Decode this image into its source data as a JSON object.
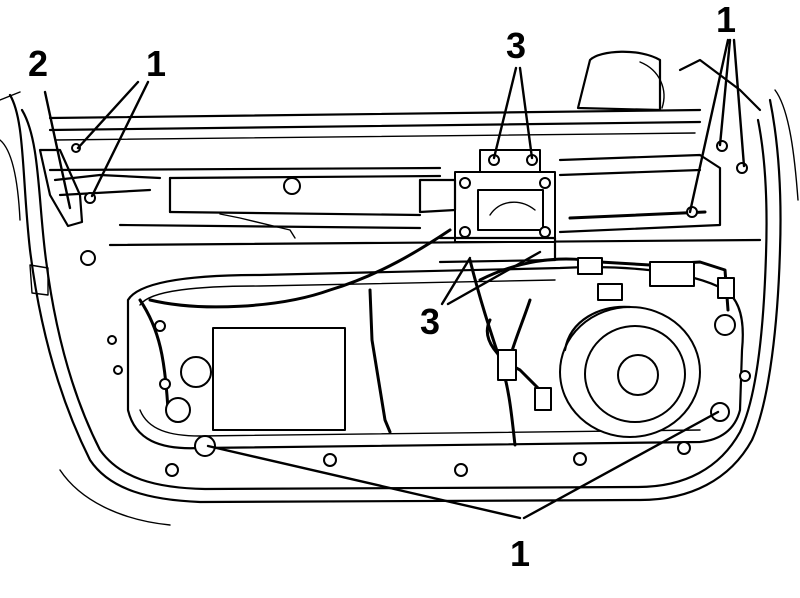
{
  "callouts": {
    "c1_top_left": "1",
    "c2_top_left": "2",
    "c3_top_center": "3",
    "c1_top_right": "1",
    "c3_middle": "3",
    "c1_bottom": "1"
  }
}
